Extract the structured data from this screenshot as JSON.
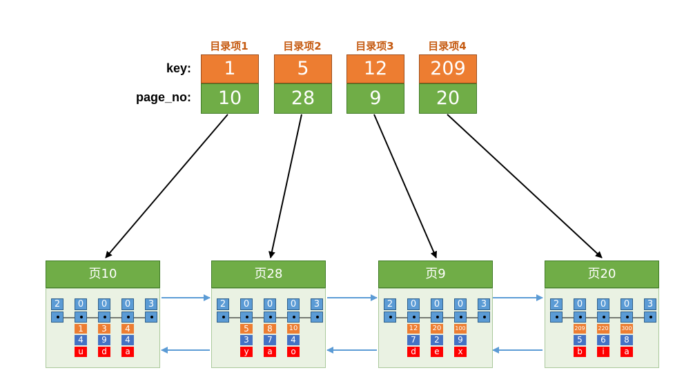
{
  "directory": {
    "row_labels": {
      "key": "key:",
      "page_no": "page_no:"
    },
    "entries": [
      {
        "title": "目录项1",
        "key": "1",
        "page_no": "10"
      },
      {
        "title": "目录项2",
        "key": "5",
        "page_no": "28"
      },
      {
        "title": "目录项3",
        "key": "12",
        "page_no": "9"
      },
      {
        "title": "目录项4",
        "key": "209",
        "page_no": "20"
      }
    ]
  },
  "pages": [
    {
      "title": "页10",
      "min": "2",
      "max": "3",
      "headers": [
        "0",
        "0",
        "0"
      ],
      "keys": [
        "1",
        "3",
        "4"
      ],
      "nums": [
        "4",
        "9",
        "4"
      ],
      "chars": [
        "u",
        "d",
        "a"
      ]
    },
    {
      "title": "页28",
      "min": "2",
      "max": "3",
      "headers": [
        "0",
        "0",
        "0"
      ],
      "keys": [
        "5",
        "8",
        "10"
      ],
      "nums": [
        "3",
        "7",
        "4"
      ],
      "chars": [
        "y",
        "a",
        "o"
      ]
    },
    {
      "title": "页9",
      "min": "2",
      "max": "3",
      "headers": [
        "0",
        "0",
        "0"
      ],
      "keys": [
        "12",
        "20",
        "100"
      ],
      "nums": [
        "7",
        "2",
        "9"
      ],
      "chars": [
        "d",
        "e",
        "x"
      ]
    },
    {
      "title": "页20",
      "min": "2",
      "max": "3",
      "headers": [
        "0",
        "0",
        "0"
      ],
      "keys": [
        "209",
        "220",
        "300"
      ],
      "nums": [
        "5",
        "6",
        "8"
      ],
      "chars": [
        "b",
        "i",
        "a"
      ]
    }
  ],
  "colors": {
    "key_cell": "#ED7D31",
    "page_no_cell": "#70AD47",
    "page_header": "#70AD47",
    "page_body": "#EAF2E3",
    "record_header": "#5B9BD5",
    "record_number": "#4472C4",
    "record_char": "#FF0000",
    "title_text": "#C55A11",
    "sibling_arrow": "#5B9BD5"
  }
}
